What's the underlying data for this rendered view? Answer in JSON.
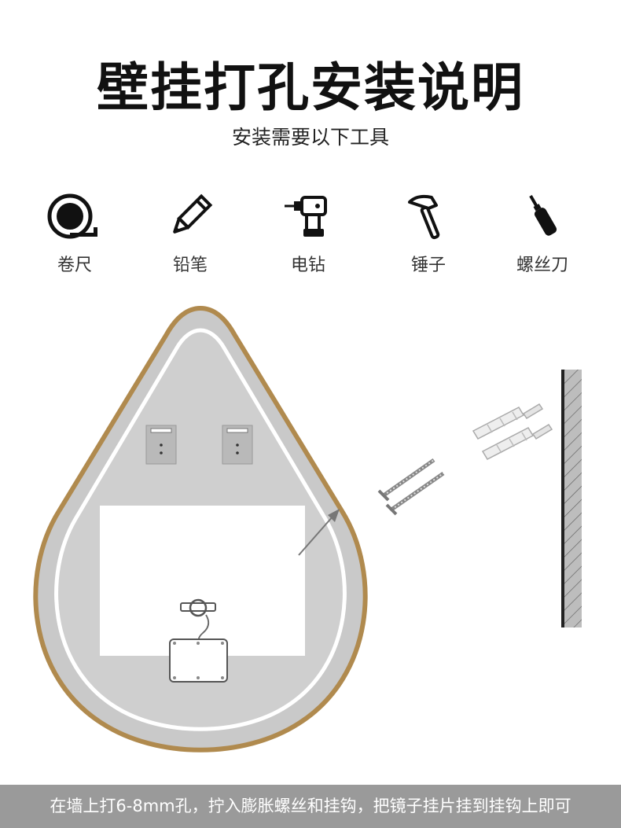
{
  "title": "壁挂打孔安装说明",
  "subtitle": "安装需要以下工具",
  "tools": [
    {
      "label": "卷尺",
      "icon": "tape-measure-icon"
    },
    {
      "label": "铅笔",
      "icon": "pencil-icon"
    },
    {
      "label": "电钻",
      "icon": "drill-icon"
    },
    {
      "label": "锤子",
      "icon": "hammer-icon"
    },
    {
      "label": "螺丝刀",
      "icon": "screwdriver-icon"
    }
  ],
  "footer": "在墙上打6-8mm孔，拧入膨胀螺丝和挂钩，把镜子挂片挂到挂钩上即可",
  "colors": {
    "frame_gold": "#b08a4e",
    "mirror_gray": "#cfcfcf",
    "footer_bg": "#9a9a9a"
  }
}
